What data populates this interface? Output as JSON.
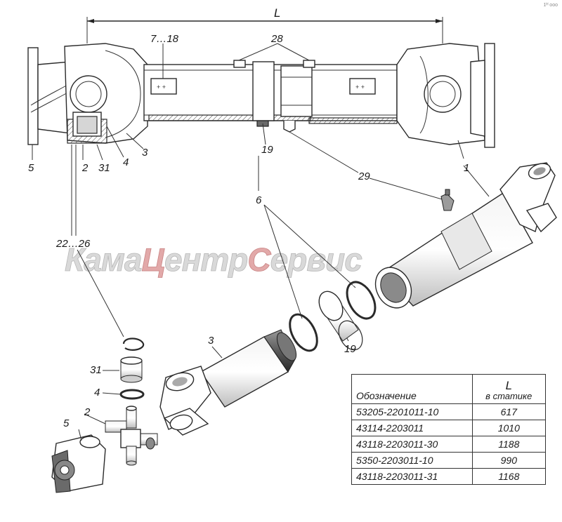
{
  "corner_mark": "1ᴴ ooo",
  "dimension_label": "L",
  "watermark": {
    "prefix": "Кама",
    "highlight": "Ц",
    "middle": "ентр",
    "highlight2": "С",
    "suffix": "ервис"
  },
  "callouts": {
    "c7_18": "7…18",
    "c28": "28",
    "c5_top": "5",
    "c2_top": "2",
    "c31_top": "31",
    "c4_top": "4",
    "c3_top": "3",
    "c19_top": "19",
    "c1": "1",
    "c29": "29",
    "c6": "6",
    "c22_26": "22…26",
    "c3_bottom": "3",
    "c19_bottom": "19",
    "c31_bottom": "31",
    "c4_bottom": "4",
    "c2_bottom": "2",
    "c5_bottom": "5"
  },
  "table": {
    "header_designation": "Обозначение",
    "header_l": "L",
    "header_l_sub": "в статике",
    "rows": [
      {
        "code": "53205-2201011-10",
        "length": "617"
      },
      {
        "code": "43114-2203011",
        "length": "1010"
      },
      {
        "code": "43118-2203011-30",
        "length": "1188"
      },
      {
        "code": "5350-2203011-10",
        "length": "990"
      },
      {
        "code": "43118-2203011-31",
        "length": "1168"
      }
    ]
  }
}
